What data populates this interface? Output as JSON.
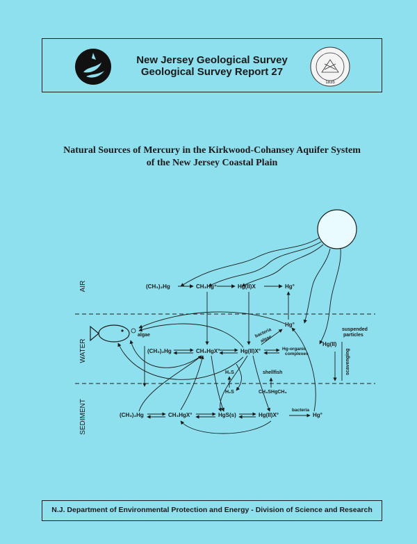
{
  "header": {
    "line1": "New Jersey Geological Survey",
    "line2": "Geological Survey Report 27",
    "seal_year": "1835"
  },
  "report_title": {
    "line1": "Natural Sources of Mercury in the Kirkwood-Cohansey Aquifer System",
    "line2": "of the New Jersey Coastal Plain"
  },
  "diagram": {
    "zones": {
      "air": "AIR",
      "water": "WATER",
      "sediment": "SEDIMENT"
    },
    "air_species": [
      "(CH₃)₂Hg",
      "CH₃Hg⁺",
      "Hg(II)X",
      "Hg°"
    ],
    "water_species": [
      "(CH₃)₂Hg",
      "CH₃HgX°",
      "Hg(II)X°",
      "Hg°",
      "Hg-organic",
      "complexes",
      "Hg(II)"
    ],
    "sediment_species": [
      "(CH₃)₂Hg",
      "CH₃HgX°",
      "HgS(s)",
      "Hg(II)X°",
      "Hg°"
    ],
    "labels": {
      "algae": "algae",
      "bacteria_algae_1": "bacteria",
      "bacteria_algae_2": "algae",
      "suspended_1": "suspended",
      "suspended_2": "particles",
      "scavenging": "scavenging",
      "h2s_top": "H₂S",
      "h2s_bottom": "H₂S",
      "shellfish": "shellfish",
      "ch3shgch3": "CH₃SHgCH₃",
      "bacteria_sed": "bacteria"
    }
  },
  "footer": {
    "text": "N.J. Department of Environmental Protection and Energy - Division of Science and Research"
  }
}
